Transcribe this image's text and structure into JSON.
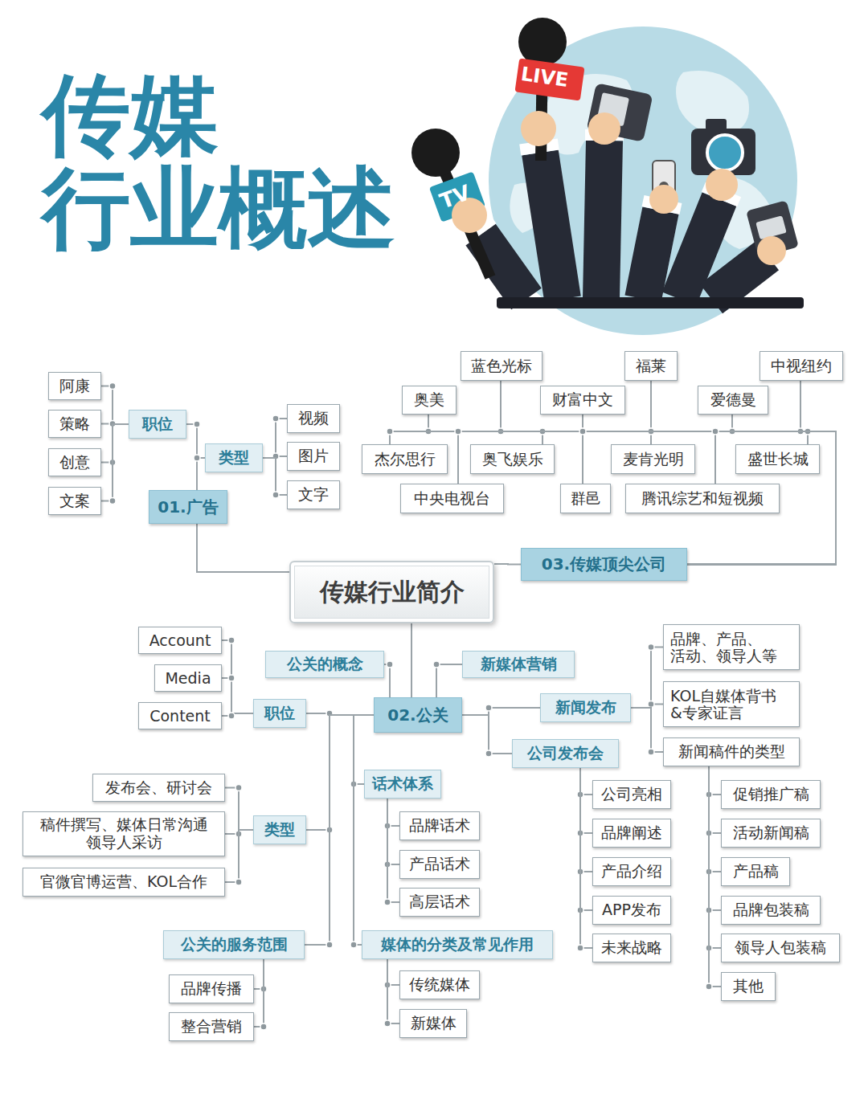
{
  "diagram": {
    "title": "传媒 行业概述",
    "nodes": [
      {
        "text": [
          "阿康"
        ]
      },
      {
        "text": [
          "策略"
        ]
      },
      {
        "text": [
          "创意"
        ]
      },
      {
        "text": [
          "文案"
        ]
      },
      {
        "text": [
          "职位"
        ]
      },
      {
        "text": [
          "类型"
        ]
      },
      {
        "text": [
          "视频"
        ]
      },
      {
        "text": [
          "图片"
        ]
      },
      {
        "text": [
          "文字"
        ]
      },
      {
        "text": [
          "01.广告"
        ]
      },
      {
        "text": [
          "蓝色光标"
        ]
      },
      {
        "text": [
          "福莱"
        ]
      },
      {
        "text": [
          "中视纽约"
        ]
      },
      {
        "text": [
          "奥美"
        ]
      },
      {
        "text": [
          "财富中文"
        ]
      },
      {
        "text": [
          "爱德曼"
        ]
      },
      {
        "text": [
          "杰尔思行"
        ]
      },
      {
        "text": [
          "奥飞娱乐"
        ]
      },
      {
        "text": [
          "麦肯光明"
        ]
      },
      {
        "text": [
          "盛世长城"
        ]
      },
      {
        "text": [
          "中央电视台"
        ]
      },
      {
        "text": [
          "群邑"
        ]
      },
      {
        "text": [
          "腾讯综艺和短视频"
        ]
      },
      {
        "text": [
          "03.传媒顶尖公司"
        ]
      },
      {
        "text": [
          "传媒行业简介"
        ]
      },
      {
        "text": [
          "Account"
        ]
      },
      {
        "text": [
          "Media"
        ]
      },
      {
        "text": [
          "Content"
        ]
      },
      {
        "text": [
          "公关的概念"
        ]
      },
      {
        "text": [
          "新媒体营销"
        ]
      },
      {
        "text": [
          "品牌、产品、 活动、领导人等"
        ]
      },
      {
        "text": [
          "职位"
        ]
      },
      {
        "text": [
          "02.公关"
        ]
      },
      {
        "text": [
          "新闻发布"
        ]
      },
      {
        "text": [
          "KOL自媒体背书 &专家证言"
        ]
      },
      {
        "text": [
          "公司发布会"
        ]
      },
      {
        "text": [
          "新闻稿件的类型"
        ]
      },
      {
        "text": [
          "话术体系"
        ]
      },
      {
        "text": [
          "发布会、研讨会"
        ]
      },
      {
        "text": [
          "稿件撰写、媒体日常沟通 领导人采访"
        ]
      },
      {
        "text": [
          "类型"
        ]
      },
      {
        "text": [
          "公司亮相"
        ]
      },
      {
        "text": [
          "促销推广稿"
        ]
      },
      {
        "text": [
          "品牌话术"
        ]
      },
      {
        "text": [
          "品牌阐述"
        ]
      },
      {
        "text": [
          "活动新闻稿"
        ]
      },
      {
        "text": [
          "官微官博运营、KOL合作"
        ]
      },
      {
        "text": [
          "产品话术"
        ]
      },
      {
        "text": [
          "产品介绍"
        ]
      },
      {
        "text": [
          "产品稿"
        ]
      },
      {
        "text": [
          "高层话术"
        ]
      },
      {
        "text": [
          "APP发布"
        ]
      },
      {
        "text": [
          "品牌包装稿"
        ]
      },
      {
        "text": [
          "公关的服务范围"
        ]
      },
      {
        "text": [
          "媒体的分类及常见作用"
        ]
      },
      {
        "text": [
          "未来战略"
        ]
      },
      {
        "text": [
          "领导人包装稿"
        ]
      },
      {
        "text": [
          "品牌传播"
        ]
      },
      {
        "text": [
          "传统媒体"
        ]
      },
      {
        "text": [
          "其他"
        ]
      },
      {
        "text": [
          "整合营销"
        ]
      },
      {
        "text": [
          "新媒体"
        ]
      }
    ],
    "edges": [
      {
        "from": 24,
        "to": 9,
        "arrow": "none"
      },
      {
        "from": 24,
        "to": 23,
        "arrow": "none"
      },
      {
        "from": 24,
        "to": 32,
        "arrow": "none"
      },
      {
        "from": 9,
        "to": 4,
        "arrow": "none"
      },
      {
        "from": 9,
        "to": 5,
        "arrow": "none"
      },
      {
        "from": 4,
        "to": 0,
        "arrow": "none"
      },
      {
        "from": 4,
        "to": 1,
        "arrow": "none"
      },
      {
        "from": 4,
        "to": 2,
        "arrow": "none"
      },
      {
        "from": 4,
        "to": 3,
        "arrow": "none"
      },
      {
        "from": 5,
        "to": 6,
        "arrow": "none"
      },
      {
        "from": 5,
        "to": 7,
        "arrow": "none"
      },
      {
        "from": 5,
        "to": 8,
        "arrow": "none"
      },
      {
        "from": 23,
        "to": 10,
        "arrow": "none"
      },
      {
        "from": 23,
        "to": 11,
        "arrow": "none"
      },
      {
        "from": 23,
        "to": 12,
        "arrow": "none"
      },
      {
        "from": 23,
        "to": 13,
        "arrow": "none"
      },
      {
        "from": 23,
        "to": 14,
        "arrow": "none"
      },
      {
        "from": 23,
        "to": 15,
        "arrow": "none"
      },
      {
        "from": 23,
        "to": 16,
        "arrow": "none"
      },
      {
        "from": 23,
        "to": 17,
        "arrow": "none"
      },
      {
        "from": 23,
        "to": 18,
        "arrow": "none"
      },
      {
        "from": 23,
        "to": 19,
        "arrow": "none"
      },
      {
        "from": 23,
        "to": 20,
        "arrow": "none"
      },
      {
        "from": 23,
        "to": 21,
        "arrow": "none"
      },
      {
        "from": 23,
        "to": 22,
        "arrow": "none"
      },
      {
        "from": 32,
        "to": 28,
        "arrow": "none"
      },
      {
        "from": 32,
        "to": 29,
        "arrow": "none"
      },
      {
        "from": 32,
        "to": 31,
        "arrow": "none"
      },
      {
        "from": 32,
        "to": 40,
        "arrow": "none"
      },
      {
        "from": 32,
        "to": 53,
        "arrow": "none"
      },
      {
        "from": 32,
        "to": 37,
        "arrow": "none"
      },
      {
        "from": 32,
        "to": 54,
        "arrow": "none"
      },
      {
        "from": 32,
        "to": 33,
        "arrow": "none"
      },
      {
        "from": 32,
        "to": 35,
        "arrow": "none"
      },
      {
        "from": 31,
        "to": 25,
        "arrow": "none"
      },
      {
        "from": 31,
        "to": 26,
        "arrow": "none"
      },
      {
        "from": 31,
        "to": 27,
        "arrow": "none"
      },
      {
        "from": 40,
        "to": 38,
        "arrow": "none"
      },
      {
        "from": 40,
        "to": 39,
        "arrow": "none"
      },
      {
        "from": 40,
        "to": 46,
        "arrow": "none"
      },
      {
        "from": 53,
        "to": 57,
        "arrow": "none"
      },
      {
        "from": 53,
        "to": 60,
        "arrow": "none"
      },
      {
        "from": 37,
        "to": 43,
        "arrow": "none"
      },
      {
        "from": 37,
        "to": 47,
        "arrow": "none"
      },
      {
        "from": 37,
        "to": 50,
        "arrow": "none"
      },
      {
        "from": 54,
        "to": 58,
        "arrow": "none"
      },
      {
        "from": 54,
        "to": 61,
        "arrow": "none"
      },
      {
        "from": 33,
        "to": 30,
        "arrow": "none"
      },
      {
        "from": 33,
        "to": 34,
        "arrow": "none"
      },
      {
        "from": 33,
        "to": 36,
        "arrow": "none"
      },
      {
        "from": 35,
        "to": 41,
        "arrow": "none"
      },
      {
        "from": 35,
        "to": 44,
        "arrow": "none"
      },
      {
        "from": 35,
        "to": 48,
        "arrow": "none"
      },
      {
        "from": 35,
        "to": 51,
        "arrow": "none"
      },
      {
        "from": 35,
        "to": 55,
        "arrow": "none"
      },
      {
        "from": 36,
        "to": 42,
        "arrow": "none"
      },
      {
        "from": 36,
        "to": 45,
        "arrow": "none"
      },
      {
        "from": 36,
        "to": 49,
        "arrow": "none"
      },
      {
        "from": 36,
        "to": 52,
        "arrow": "none"
      },
      {
        "from": 36,
        "to": 56,
        "arrow": "none"
      },
      {
        "from": 36,
        "to": 59,
        "arrow": "none"
      }
    ],
    "labels": [
      "LIVE",
      "TV"
    ]
  }
}
